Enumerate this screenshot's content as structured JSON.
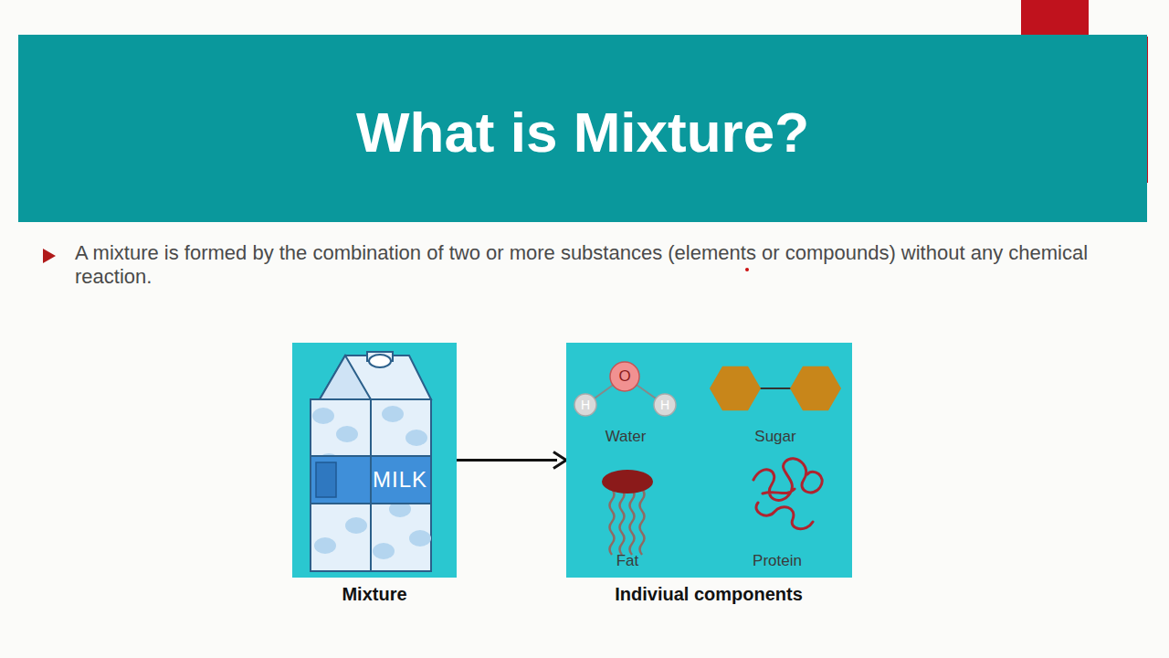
{
  "diagram": {
    "title": "What is Mixture?",
    "nodes": [
      {
        "text": [
          "MILK",
          "Mixture"
        ]
      },
      {
        "text": [
          "O",
          "H",
          "H",
          "Water",
          "Sugar",
          "Fat",
          "Protein",
          "Indiviual components"
        ]
      }
    ],
    "edges": [
      {
        "from": 0,
        "to": 1,
        "arrow": "to"
      }
    ],
    "labels": [
      "A mixture is formed by the combination of two or more substances (elements or compounds) without any chemical reaction."
    ]
  }
}
